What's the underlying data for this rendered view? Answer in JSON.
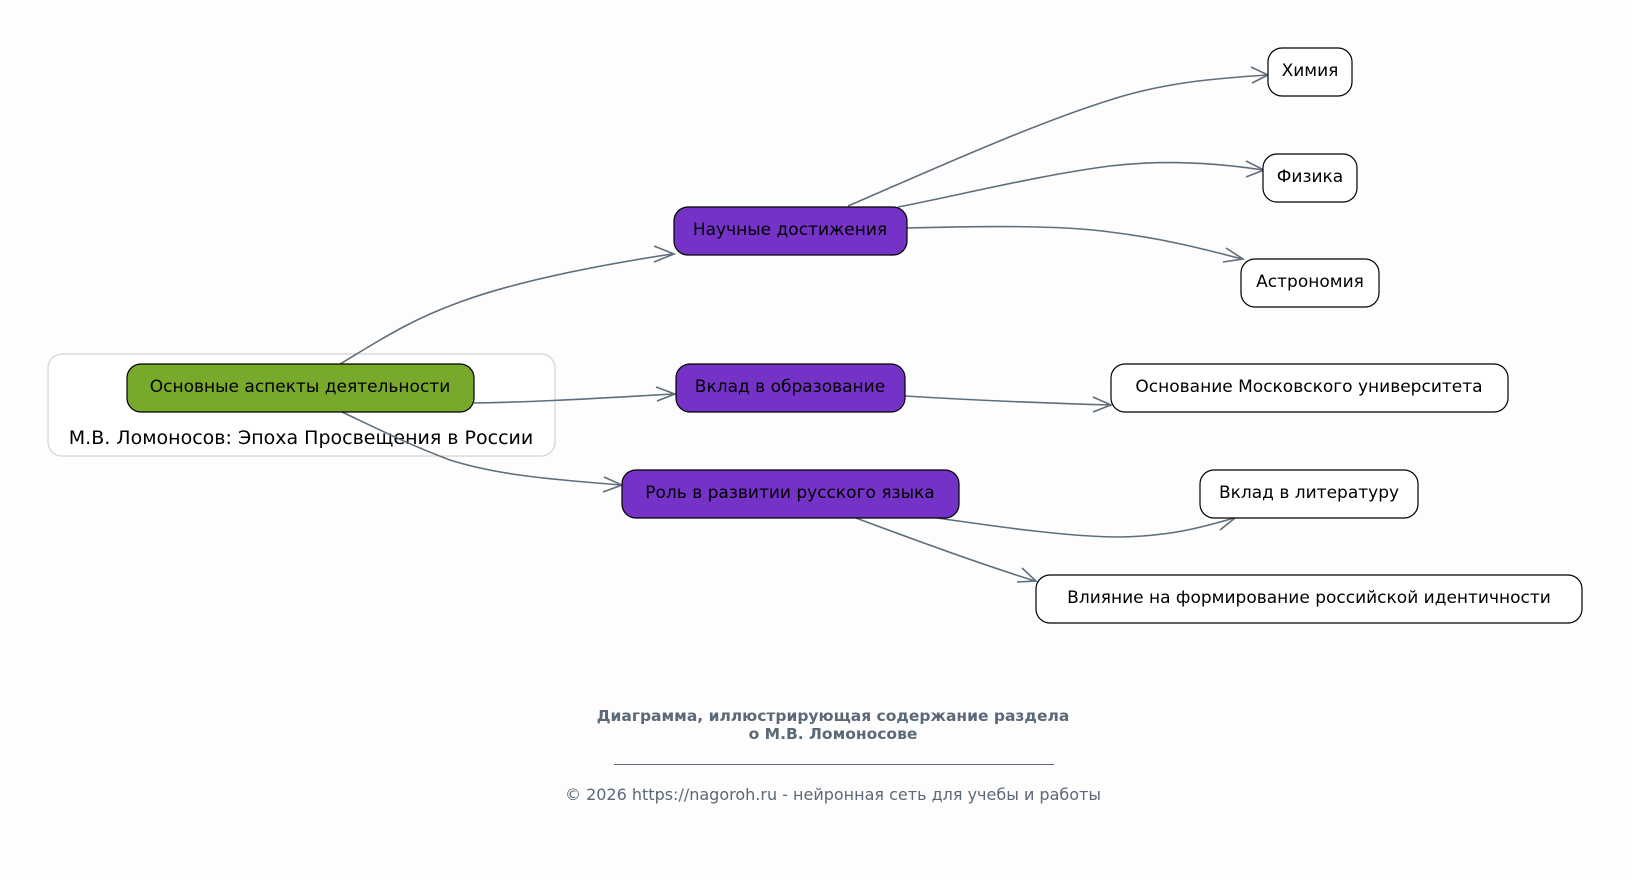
{
  "diagram": {
    "cluster": {
      "label": "М.В. Ломоносов: Эпоха Просвещения в России"
    },
    "colors": {
      "root_fill": "#79a92b",
      "branch_fill": "#7433c6",
      "leaf_fill": "#ffffff",
      "edge": "#5f6e7c",
      "caption": "#5b6878"
    },
    "nodes": [
      {
        "id": "root",
        "label": "Основные аспекты деятельности",
        "kind": "root"
      },
      {
        "id": "science",
        "label": "Научные достижения",
        "kind": "branch"
      },
      {
        "id": "education",
        "label": "Вклад в образование",
        "kind": "branch"
      },
      {
        "id": "language",
        "label": "Роль в развитии русского языка",
        "kind": "branch"
      },
      {
        "id": "chemistry",
        "label": "Химия",
        "kind": "leaf"
      },
      {
        "id": "physics",
        "label": "Физика",
        "kind": "leaf"
      },
      {
        "id": "astronomy",
        "label": "Астрономия",
        "kind": "leaf"
      },
      {
        "id": "university",
        "label": "Основание Московского университета",
        "kind": "leaf"
      },
      {
        "id": "literature",
        "label": "Вклад в литературу",
        "kind": "leaf"
      },
      {
        "id": "identity",
        "label": "Влияние на формирование российской идентичности",
        "kind": "leaf"
      }
    ],
    "edges": [
      {
        "from": "root",
        "to": "science"
      },
      {
        "from": "root",
        "to": "education"
      },
      {
        "from": "root",
        "to": "language"
      },
      {
        "from": "science",
        "to": "chemistry"
      },
      {
        "from": "science",
        "to": "physics"
      },
      {
        "from": "science",
        "to": "astronomy"
      },
      {
        "from": "education",
        "to": "university"
      },
      {
        "from": "language",
        "to": "literature"
      },
      {
        "from": "language",
        "to": "identity"
      }
    ]
  },
  "caption": {
    "title_line1": "Диаграмма, иллюстрирующая содержание раздела",
    "title_line2": "о М.В. Ломоносове",
    "footer": "© 2026 https://nagoroh.ru - нейронная сеть для учебы и работы"
  }
}
